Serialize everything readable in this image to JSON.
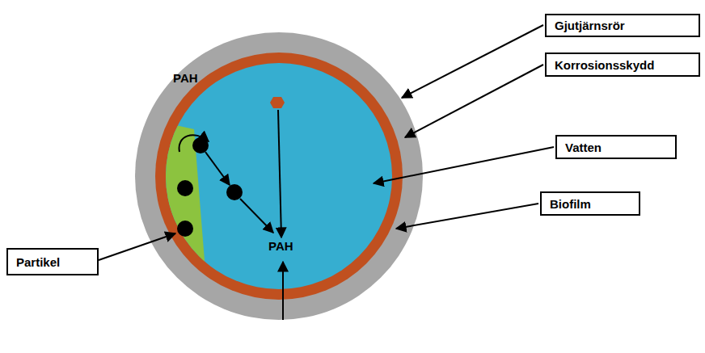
{
  "diagram": {
    "nodes": [
      {
        "text": [
          "Gjutjärnsrör"
        ]
      },
      {
        "text": [
          "Korrosionsskydd"
        ]
      },
      {
        "text": [
          "Vatten"
        ]
      },
      {
        "text": [
          "Biofilm"
        ]
      },
      {
        "text": [
          "Partikel"
        ]
      }
    ],
    "labels": [
      "PAH",
      "PAH"
    ]
  }
}
